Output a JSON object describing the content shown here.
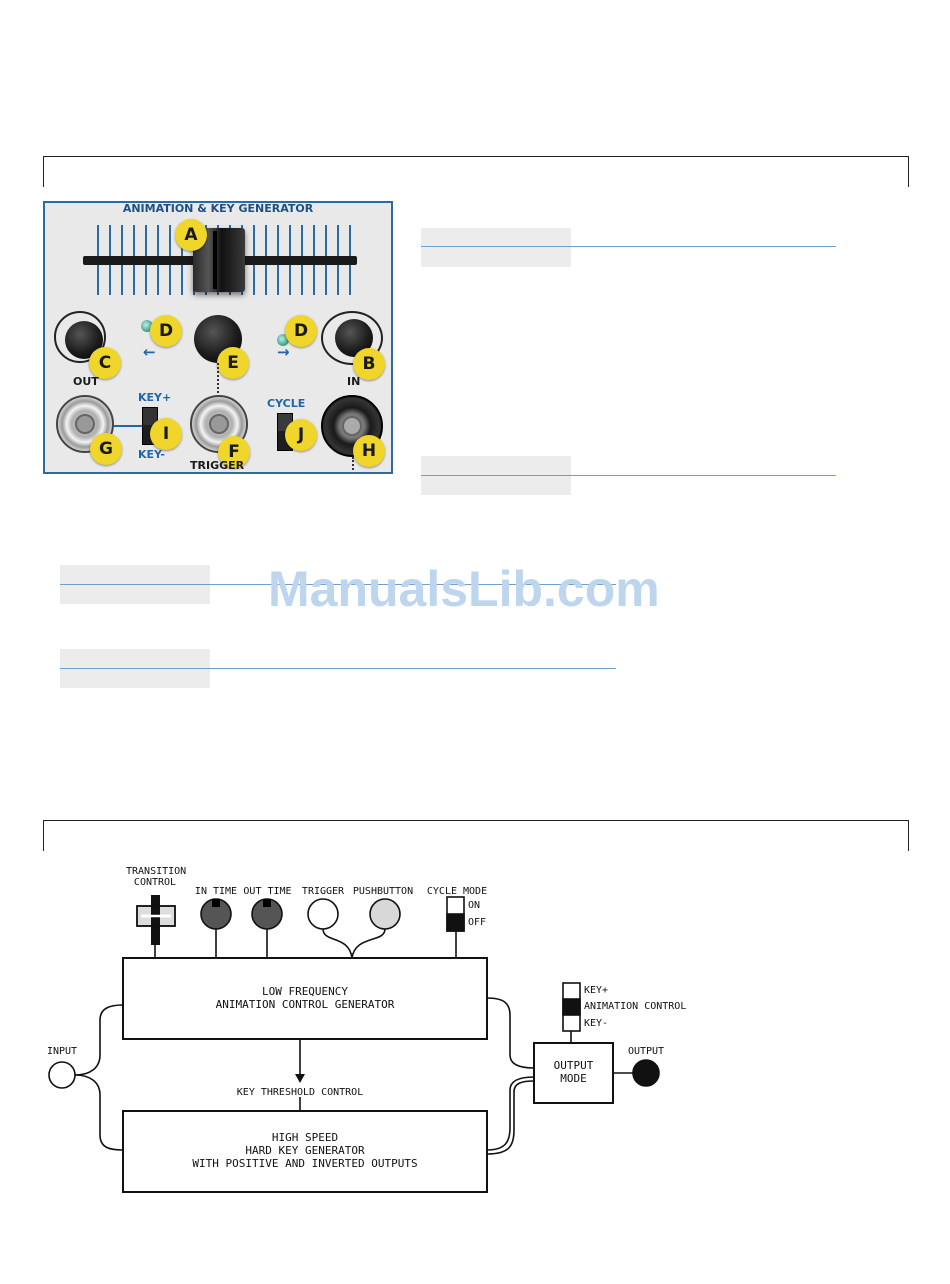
{
  "watermark": "ManualsLib.com",
  "panel": {
    "title": "ANIMATION & KEY GENERATOR",
    "labels": {
      "out": "OUT",
      "in": "IN",
      "key_plus": "KEY+",
      "key_minus": "KEY-",
      "cycle": "CYCLE",
      "trigger": "TRIGGER"
    },
    "arrows": {
      "left": "←",
      "right": "→"
    },
    "badges": {
      "a": "A",
      "b": "B",
      "c": "C",
      "d_left": "D",
      "d_right": "D",
      "e": "E",
      "f": "F",
      "g": "G",
      "h": "H",
      "i": "I",
      "j": "J"
    }
  },
  "diagram": {
    "controls": {
      "transition_control_1": "TRANSITION",
      "transition_control_2": "CONTROL",
      "in_time": "IN TIME",
      "out_time": "OUT TIME",
      "trigger": "TRIGGER",
      "pushbutton": "PUSHBUTTON",
      "cycle_mode": "CYCLE MODE",
      "on": "ON",
      "off": "OFF"
    },
    "input": "INPUT",
    "output": "OUTPUT",
    "lf_box_1": "LOW FREQUENCY",
    "lf_box_2": "ANIMATION CONTROL GENERATOR",
    "key_threshold": "KEY THRESHOLD CONTROL",
    "hs_box_1": "HIGH SPEED",
    "hs_box_2": "HARD KEY GENERATOR",
    "hs_box_3": "WITH POSITIVE AND INVERTED OUTPUTS",
    "output_mode_1": "OUTPUT",
    "output_mode_2": "MODE",
    "mode_key_plus": "KEY+",
    "mode_animation": "ANIMATION CONTROL",
    "mode_key_minus": "KEY-"
  }
}
